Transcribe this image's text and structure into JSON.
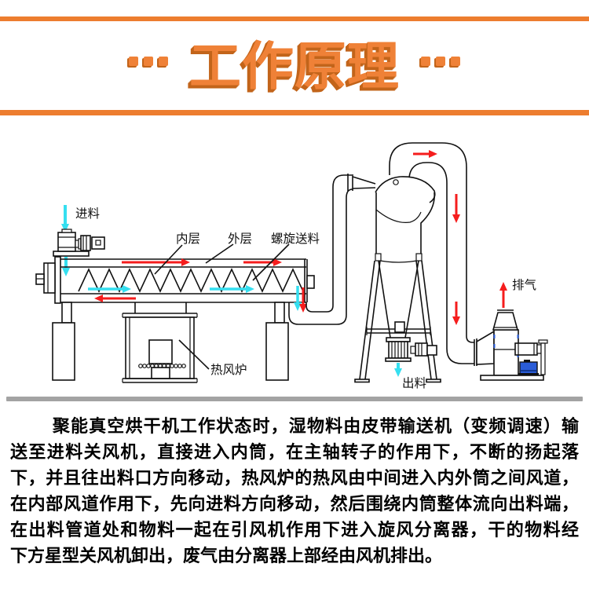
{
  "title": {
    "text": "工作原理"
  },
  "diagram": {
    "labels": {
      "feed": "进料",
      "inner_layer": "内层",
      "outer_layer": "外层",
      "spiral_feed": "螺旋送料",
      "hot_air_furnace": "热风炉",
      "discharge": "出料",
      "exhaust": "排气"
    }
  },
  "paragraph": {
    "lines": [
      "聚能真空烘干机工作状态时，湿物料由皮带输送机（变频调速）输",
      "送至进料关风机，直接进入内筒，在主轴转子的作用下，不断的扬起落",
      "下，并且往出料口方向移动，热风炉的热风由中间进入内外筒之间风道，",
      "在内部风道作用下，先向进料方向移动，然后围绕内筒整体流向出料端，",
      "在出料管道处和物料一起在引风机作用下进入旋风分离器，干的物料经",
      "下方星型关风机卸出，废气由分离器上部经由风机排出。"
    ]
  },
  "colors": {
    "accent": "#EF8137",
    "accent_dark": "#C2641A",
    "bar": "#ED7D2F",
    "red": "#F51D1D",
    "cyan": "#35DFF0",
    "blue": "#2A5CD7",
    "divider": "#A3A3A3",
    "ink": "#111111"
  }
}
